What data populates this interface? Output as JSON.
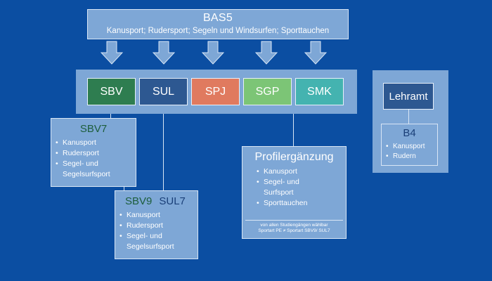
{
  "bas5": {
    "title": "BAS5",
    "subtitle": "Kanusport; Rudersport; Segeln und Windsurfen; Sporttauchen"
  },
  "programs": [
    {
      "label": "SBV",
      "color": "#2e7d50"
    },
    {
      "label": "SUL",
      "color": "#2d5891"
    },
    {
      "label": "SPJ",
      "color": "#e07a5f"
    },
    {
      "label": "SGP",
      "color": "#7cc576"
    },
    {
      "label": "SMK",
      "color": "#44b3b0"
    }
  ],
  "sbv7": {
    "title": "SBV7",
    "items": [
      "Kanusport",
      "Rudersport",
      "Segel- und Segelsurfsport"
    ]
  },
  "sbv9_sul7": {
    "title_a": "SBV9",
    "title_b": "SUL7",
    "items": [
      "Kanusport",
      "Rudersport",
      "Segel- und Segelsurfsport"
    ]
  },
  "profil": {
    "title": "Profilergänzung",
    "items": [
      "Kanusport",
      "Segel- und Surfsport",
      "Sporttauchen"
    ],
    "footnote_1": "von allen Studiengängen wählbar",
    "footnote_2": "Sportart PE ≠ Sportart SBV9/ SUL7"
  },
  "lehramt": {
    "title": "Lehramt"
  },
  "b4": {
    "title": "B4",
    "items": [
      "Kanusport",
      "Rudern"
    ]
  }
}
